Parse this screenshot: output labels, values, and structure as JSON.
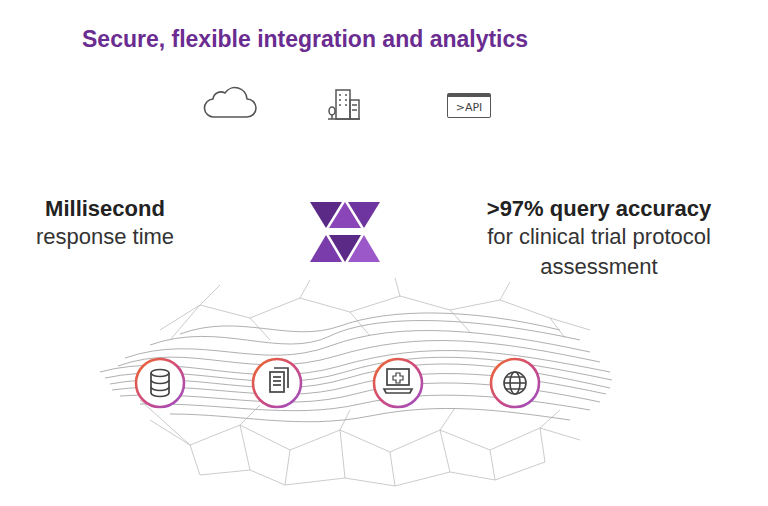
{
  "diagram": {
    "title": "Secure, flexible integration and analytics",
    "nodes": [
      {
        "text": [
          ">API"
        ]
      }
    ],
    "labels": [
      "Millisecond",
      "response time",
      ">97% query accuracy",
      "for clinical trial protocol assessment"
    ]
  }
}
